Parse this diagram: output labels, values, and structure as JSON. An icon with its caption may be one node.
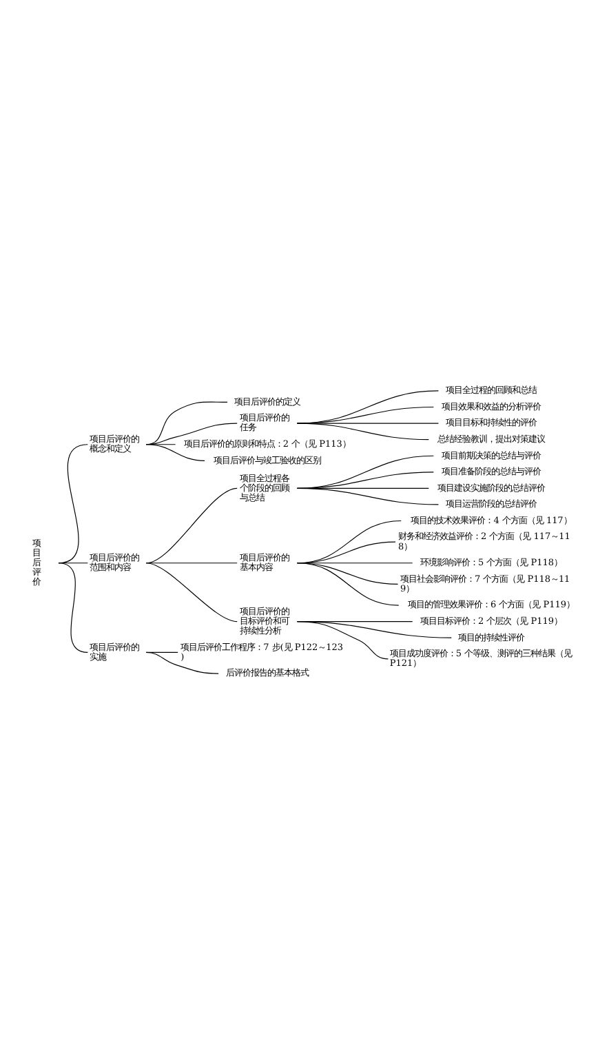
{
  "diagram": {
    "nodes": [
      {
        "text": [
          "项目后评价"
        ]
      },
      {
        "text": [
          "项目后评价的概念和定义"
        ]
      },
      {
        "text": [
          "项目后评价的定义"
        ]
      },
      {
        "text": [
          "项目后评价的任务"
        ]
      },
      {
        "text": [
          "项目全过程的回顾和总结"
        ]
      },
      {
        "text": [
          "项目效果和效益的分析评价"
        ]
      },
      {
        "text": [
          "项目目标和持续性的评价"
        ]
      },
      {
        "text": [
          "总结经验教训，提出对策建议"
        ]
      },
      {
        "text": [
          "项目后评价的原则和特点：2 个（见 P113）"
        ]
      },
      {
        "text": [
          "项目后评价与竣工验收的区别"
        ]
      },
      {
        "text": [
          "项目后评价的范围和内容"
        ]
      },
      {
        "text": [
          "项目全过程各个阶段的回顾与总结"
        ]
      },
      {
        "text": [
          "项目前期决策的总结与评价"
        ]
      },
      {
        "text": [
          "项目准备阶段的总结与评价"
        ]
      },
      {
        "text": [
          "项目建设实施阶段的总结评价"
        ]
      },
      {
        "text": [
          "项目运营阶段的总结评价"
        ]
      },
      {
        "text": [
          "项目后评价的基本内容"
        ]
      },
      {
        "text": [
          "项目的技术效果评价：4 个方面（见 117）"
        ]
      },
      {
        "text": [
          "财务和经济效益评价：2 个方面（见 117～118）"
        ]
      },
      {
        "text": [
          "环境影响评价：5 个方面（见 P118）"
        ]
      },
      {
        "text": [
          "项目社会影响评价：7 个方面（见 P118～119）"
        ]
      },
      {
        "text": [
          "项目的管理效果评价：6 个方面（见 P119）"
        ]
      },
      {
        "text": [
          "项目后评价的目标评价和可持续性分析"
        ]
      },
      {
        "text": [
          "项目目标评价：2 个层次（见 P119）"
        ]
      },
      {
        "text": [
          "项目的持续性评价"
        ]
      },
      {
        "text": [
          "项目成功度评价：5 个等级、测评的三种结果（见 P121）"
        ]
      },
      {
        "text": [
          "项目后评价的实施"
        ]
      },
      {
        "text": [
          "项目后评价工作程序：7 步(见 P122～123)"
        ]
      },
      {
        "text": [
          "后评价报告的基本格式"
        ]
      }
    ],
    "edges": [
      {
        "from": 0,
        "to": 1,
        "arrow": "none"
      },
      {
        "from": 0,
        "to": 10,
        "arrow": "none"
      },
      {
        "from": 0,
        "to": 26,
        "arrow": "none"
      },
      {
        "from": 1,
        "to": 2,
        "arrow": "none"
      },
      {
        "from": 1,
        "to": 3,
        "arrow": "none"
      },
      {
        "from": 1,
        "to": 8,
        "arrow": "none"
      },
      {
        "from": 1,
        "to": 9,
        "arrow": "none"
      },
      {
        "from": 3,
        "to": 4,
        "arrow": "none"
      },
      {
        "from": 3,
        "to": 5,
        "arrow": "none"
      },
      {
        "from": 3,
        "to": 6,
        "arrow": "none"
      },
      {
        "from": 3,
        "to": 7,
        "arrow": "none"
      },
      {
        "from": 10,
        "to": 11,
        "arrow": "none"
      },
      {
        "from": 10,
        "to": 16,
        "arrow": "none"
      },
      {
        "from": 10,
        "to": 22,
        "arrow": "none"
      },
      {
        "from": 11,
        "to": 12,
        "arrow": "none"
      },
      {
        "from": 11,
        "to": 13,
        "arrow": "none"
      },
      {
        "from": 11,
        "to": 14,
        "arrow": "none"
      },
      {
        "from": 11,
        "to": 15,
        "arrow": "none"
      },
      {
        "from": 16,
        "to": 17,
        "arrow": "none"
      },
      {
        "from": 16,
        "to": 18,
        "arrow": "none"
      },
      {
        "from": 16,
        "to": 19,
        "arrow": "none"
      },
      {
        "from": 16,
        "to": 20,
        "arrow": "none"
      },
      {
        "from": 16,
        "to": 21,
        "arrow": "none"
      },
      {
        "from": 22,
        "to": 23,
        "arrow": "none"
      },
      {
        "from": 22,
        "to": 24,
        "arrow": "none"
      },
      {
        "from": 22,
        "to": 25,
        "arrow": "none"
      },
      {
        "from": 26,
        "to": 27,
        "arrow": "none"
      },
      {
        "from": 26,
        "to": 28,
        "arrow": "none"
      }
    ]
  }
}
